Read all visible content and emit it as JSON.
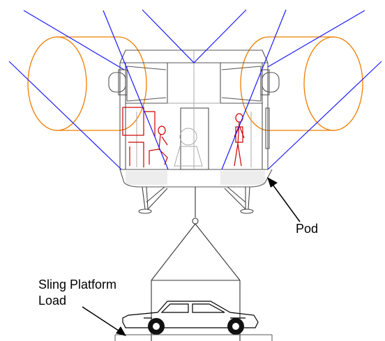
{
  "labels": {
    "pod": "Pod",
    "sling_line1": "Sling Platform",
    "sling_line2": "Load"
  },
  "colors": {
    "outline": "#555555",
    "light_outline": "#aaaaaa",
    "rotor_lines": "#1a1aff",
    "rotor_ducts": "#f07d00",
    "figures": "#cc0000",
    "ink": "#000000"
  }
}
